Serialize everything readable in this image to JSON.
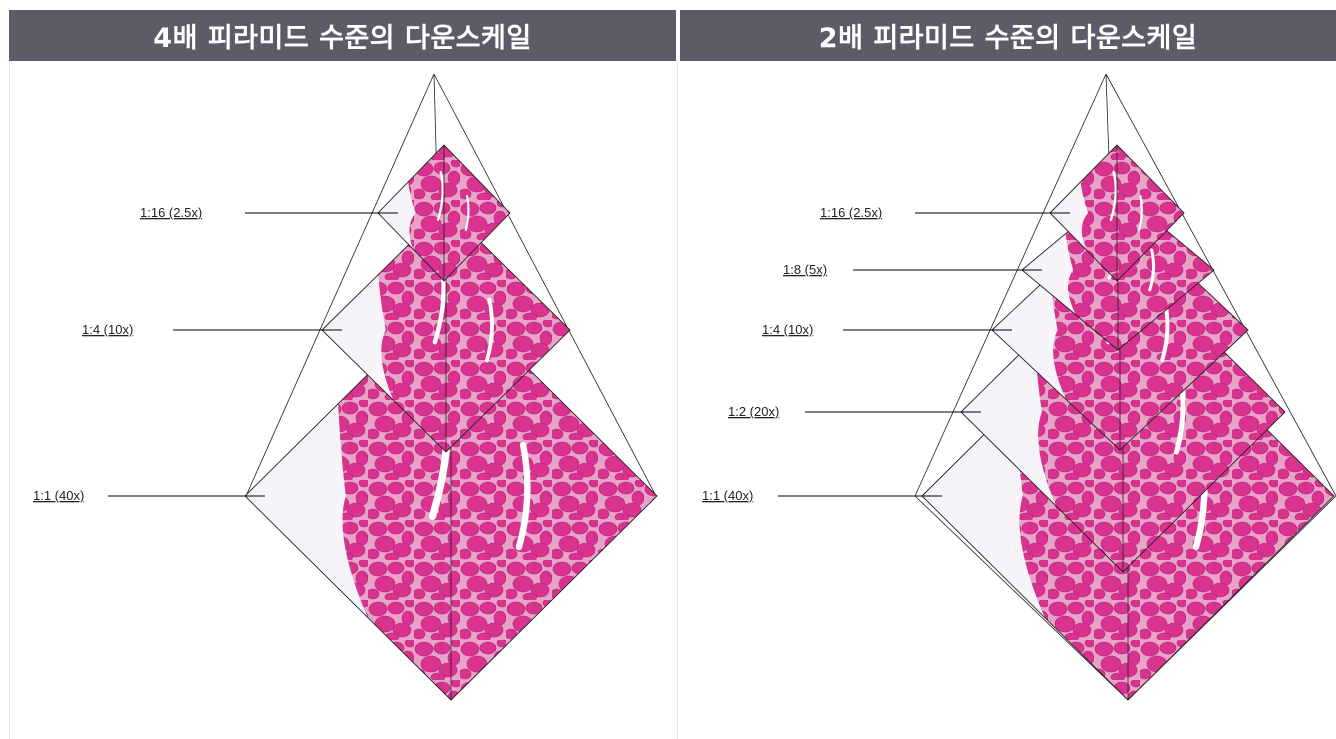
{
  "panels": [
    {
      "id": "left",
      "title": "4배 피라미드 수준의 다운스케일",
      "levels": [
        "1:16 (2.5x)",
        "1:4 (10x)",
        "1:1 (40x)"
      ]
    },
    {
      "id": "right",
      "title": "2배 피라미드 수준의 다운스케일",
      "levels": [
        "1:16 (2.5x)",
        "1:8 (5x)",
        "1:4 (10x)",
        "1:2 (20x)",
        "1:1 (40x)"
      ]
    }
  ],
  "colors": {
    "header_bg": "#5b5c67",
    "tissue_pink": "#d9338f",
    "tissue_dark": "#b81f76",
    "background": "#f6f4f8"
  }
}
